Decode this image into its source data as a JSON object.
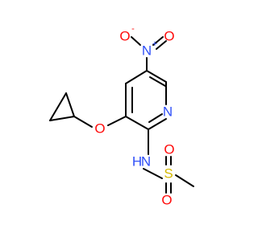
{
  "molecule": {
    "atoms": {
      "nitro_o_left": {
        "symbol": "O",
        "charge": "-",
        "color": "#ff0d0d"
      },
      "nitro_n": {
        "symbol": "N",
        "charge": "+",
        "color": "#3050f8"
      },
      "nitro_o_right": {
        "symbol": "O",
        "color": "#ff0d0d"
      },
      "ring_n": {
        "symbol": "N",
        "color": "#3050f8"
      },
      "ether_o": {
        "symbol": "O",
        "color": "#ff0d0d"
      },
      "sulfonamide_nh": {
        "symbol": "N",
        "h_label": "H",
        "color": "#3050f8"
      },
      "sulfur": {
        "symbol": "S",
        "color": "#d4b800"
      },
      "sulfonyl_o_top": {
        "symbol": "O",
        "color": "#ff0d0d"
      },
      "sulfonyl_o_bottom": {
        "symbol": "O",
        "color": "#ff0d0d"
      }
    },
    "bond_color": "#000000"
  }
}
